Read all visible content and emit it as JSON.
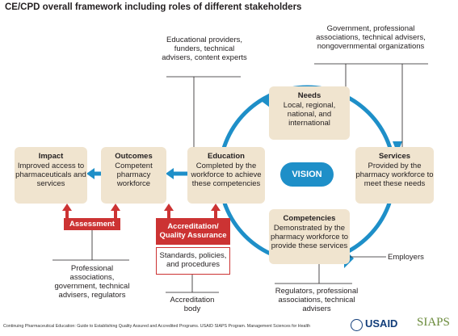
{
  "title": "CE/CPD overall framework including roles of different stakeholders",
  "vision": "VISION",
  "impact": {
    "heading": "Impact",
    "text": "Improved access to pharmaceuticals and services"
  },
  "outcomes": {
    "heading": "Outcomes",
    "text": "Competent pharmacy workforce"
  },
  "education": {
    "heading": "Education",
    "text": "Completed by the workforce to achieve these competencies"
  },
  "needs": {
    "heading": "Needs",
    "text": "Local, regional, national, and international"
  },
  "services": {
    "heading": "Services",
    "text": "Provided by the pharmacy workforce to meet these needs"
  },
  "competencies": {
    "heading": "Competencies",
    "text": "Demonstrated by the pharmacy workforce to provide these services"
  },
  "assessment": "Assessment",
  "accreditation": "Accreditation/ Quality Assurance",
  "standards": "Standards, policies, and procedures",
  "stakeholders": {
    "education": "Educational providers, funders, technical advisers, content experts",
    "needs": "Government, professional associations, technical advisers, nongovernmental organizations",
    "assessment": "Professional associations, government, technical advisers, regulators",
    "accreditation": "Accreditation body",
    "competencies": "Regulators, professional associations, technical advisers",
    "employers": "Employers"
  },
  "footer": "Continuing Pharmaceutical Education: Guide to Establishing Quality Assured and Accredited Programs. USAID SIAPS Program. Management Sciences for Health",
  "logos": {
    "usaid": "USAID",
    "siaps": "SIAPS"
  },
  "colors": {
    "blue": "#1e8fc8",
    "beige": "#f0e4cf",
    "red": "#cc3333"
  }
}
